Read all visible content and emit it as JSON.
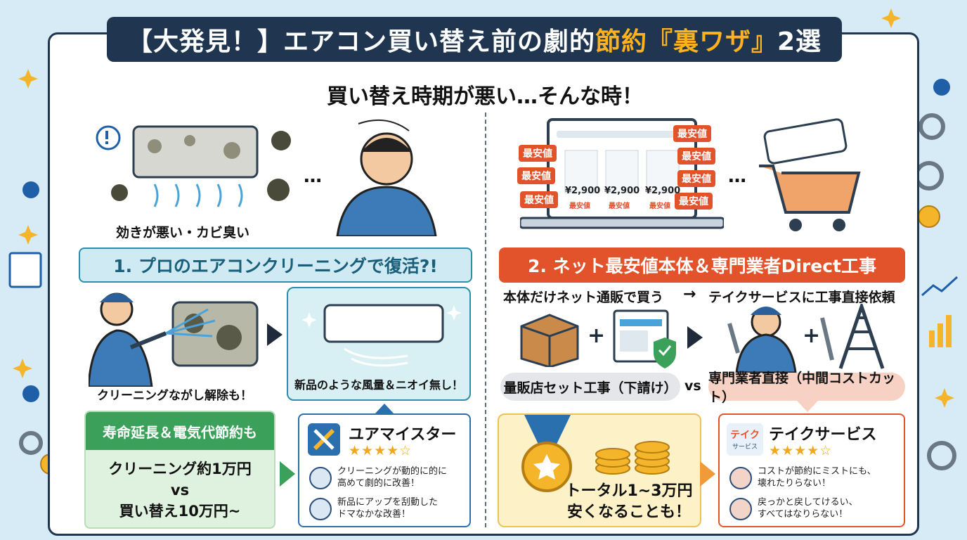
{
  "title": {
    "part1": "【大発見！】エアコン買い替え前の劇的",
    "highlight": "節約『裏ワザ』",
    "part2": "2選"
  },
  "subtitle": "買い替え時期が悪い…そんな時！",
  "left_top": {
    "caption": "効きが悪い・カビ臭い",
    "ellipsis": "…"
  },
  "right_top": {
    "tag_label": "最安値",
    "prices": [
      "¥2,900",
      "¥2,900",
      "¥2,900"
    ],
    "card_label": "最安値",
    "ellipsis": "…"
  },
  "method1": {
    "heading": "1. プロのエアコンクリーニングで復活?!",
    "caption_cleaning": "クリーニングながし解除も！",
    "caption_result": "新品のような風量＆ニオイ無し！",
    "benefit_title": "寿命延長＆電気代節約も",
    "compare_line1": "クリーニング約1万円",
    "compare_vs": "vs",
    "compare_line2": "買い替え10万円~",
    "review": {
      "name": "ユアマイスター",
      "stars": "★★★★☆",
      "comment1": "クリーニングが動的に的に\n高めて劇的に改善！",
      "comment2": "新品にアップを刮動した\nドマなかな改善！"
    }
  },
  "method2": {
    "heading": "2. ネット最安値本体＆専門業者Direct工事",
    "step_left": "本体だけネット通販で買う",
    "step_arrow": "→",
    "step_right": "テイクサービスに工事直接依頼",
    "pill_left": "量販店セット工事（下請け）",
    "vs": "vs",
    "pill_right": "専門業者直接（中間コストカット）",
    "saving_line1": "トータル1~3万円",
    "saving_line2": "安くなることも！",
    "review": {
      "logo_top": "テイク",
      "logo_bottom": "サービス",
      "name": "テイクサービス",
      "stars": "★★★★☆",
      "comment1": "コストが節約にミストにも、\n壊れたりらない！",
      "comment2": "戻っかと戻してけるい、\nすべてはなりらない！"
    }
  },
  "colors": {
    "navy": "#1f3550",
    "accent_orange": "#e2532b",
    "teal": "#2a8fa8",
    "green": "#3ba15a",
    "gold": "#ffb21e"
  }
}
